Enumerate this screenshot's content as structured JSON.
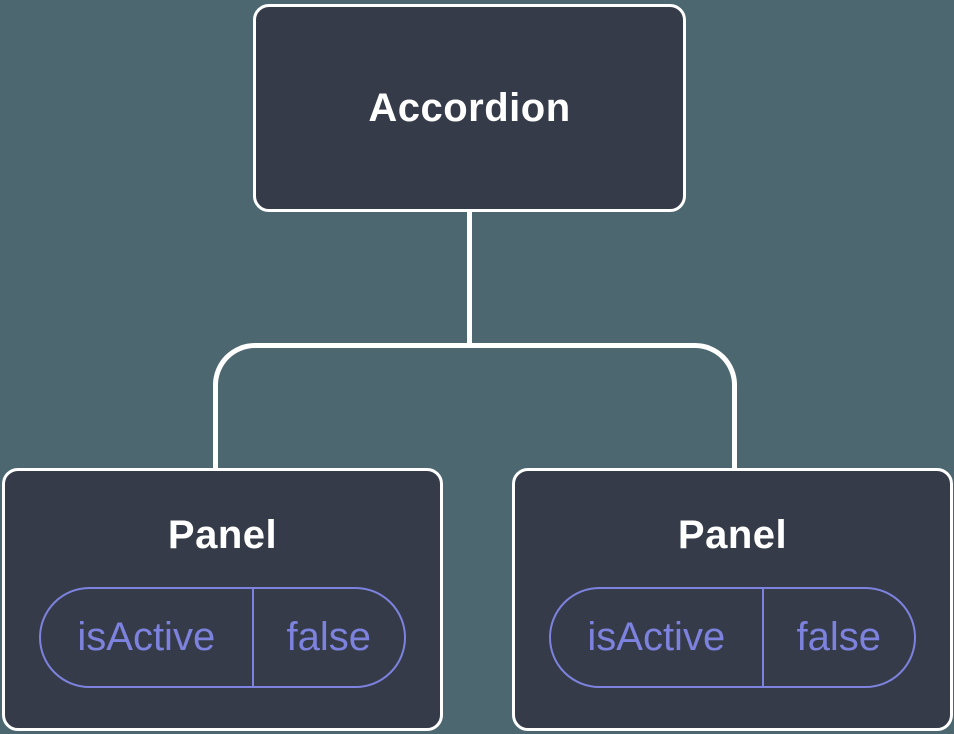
{
  "diagram": {
    "colors": {
      "background": "#4D6770",
      "node_fill": "#353B48",
      "node_border": "#FFFFFF",
      "connector": "#FFFFFF",
      "state_accent": "#7D82DE"
    },
    "root": {
      "label": "Accordion"
    },
    "children": [
      {
        "label": "Panel",
        "state": {
          "key": "isActive",
          "value": "false"
        }
      },
      {
        "label": "Panel",
        "state": {
          "key": "isActive",
          "value": "false"
        }
      }
    ]
  }
}
